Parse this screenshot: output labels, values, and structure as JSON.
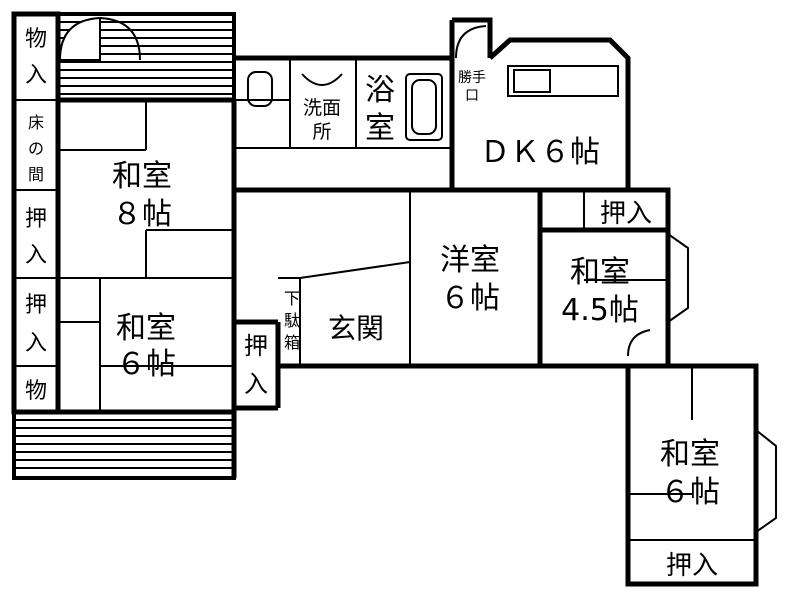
{
  "rooms": {
    "washitsu8": {
      "name": "和室",
      "size": "８帖"
    },
    "washitsu6_left": {
      "name": "和室",
      "size": "６帖"
    },
    "yoshitsu6": {
      "name": "洋室",
      "size": "６帖"
    },
    "washitsu45": {
      "name": "和室",
      "size": "4.5帖"
    },
    "washitsu6_right": {
      "name": "和室",
      "size": "６帖"
    },
    "dk6": {
      "name": "ＤＫ６帖"
    },
    "genkan": {
      "name": "玄関"
    },
    "yokushitsu": {
      "name_top": "浴",
      "name_bottom": "室"
    },
    "senmenjo": {
      "line1": "洗面",
      "line2": "所"
    }
  },
  "storage": {
    "mono_iri_top": {
      "c1": "物",
      "c2": "入"
    },
    "tokonoma": {
      "c1": "床",
      "c2": "の",
      "c3": "間"
    },
    "oshiire_left_1": {
      "c1": "押",
      "c2": "入"
    },
    "oshiire_left_2": {
      "c1": "押",
      "c2": "入"
    },
    "mono_small": {
      "c1": "物"
    },
    "oshiire_hall": {
      "c1": "押",
      "c2": "入"
    },
    "oshiire_45": {
      "label": "押入"
    },
    "oshiire_bottom": {
      "label": "押入"
    }
  },
  "misc": {
    "getabako": {
      "c1": "下",
      "c2": "駄",
      "c3": "箱"
    },
    "katteguchi": {
      "line1": "勝手",
      "line2": "口"
    }
  },
  "colors": {
    "wall": "#000000",
    "line": "#000000",
    "background": "#ffffff"
  }
}
